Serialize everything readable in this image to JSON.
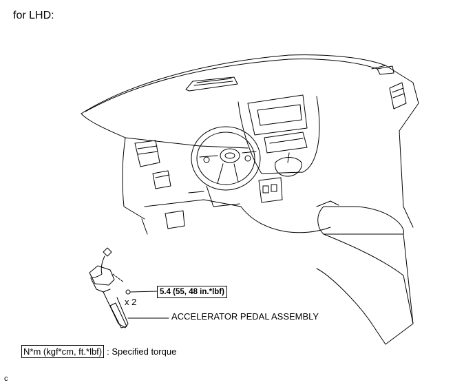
{
  "title": "for LHD:",
  "torque_spec": "5.4 (55, 48 in.*lbf)",
  "quantity": "x 2",
  "part_label": "ACCELERATOR PEDAL ASSEMBLY",
  "legend": {
    "unit": "N*m (kgf*cm, ft.*lbf)",
    "description": ": Specified torque"
  },
  "footer_code": "c"
}
